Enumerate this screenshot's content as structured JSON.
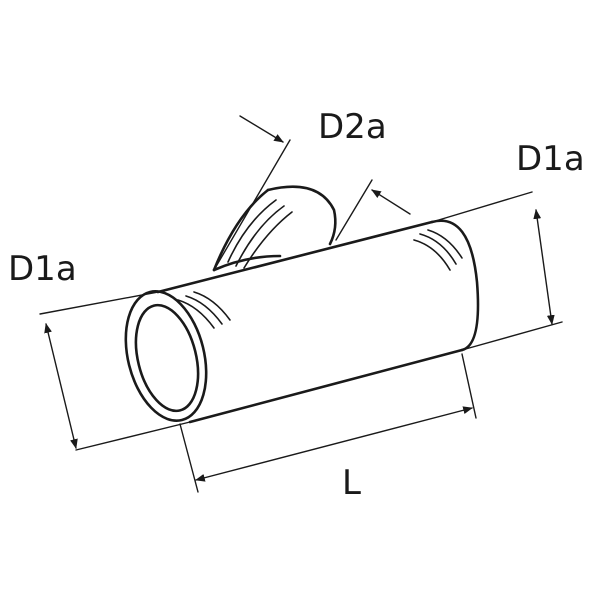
{
  "labels": {
    "branch_diameter": "D2a",
    "main_diameter_right": "D1a",
    "main_diameter_left": "D1a",
    "length": "L"
  },
  "colors": {
    "stroke": "#1a1a1a",
    "background": "#ffffff"
  }
}
